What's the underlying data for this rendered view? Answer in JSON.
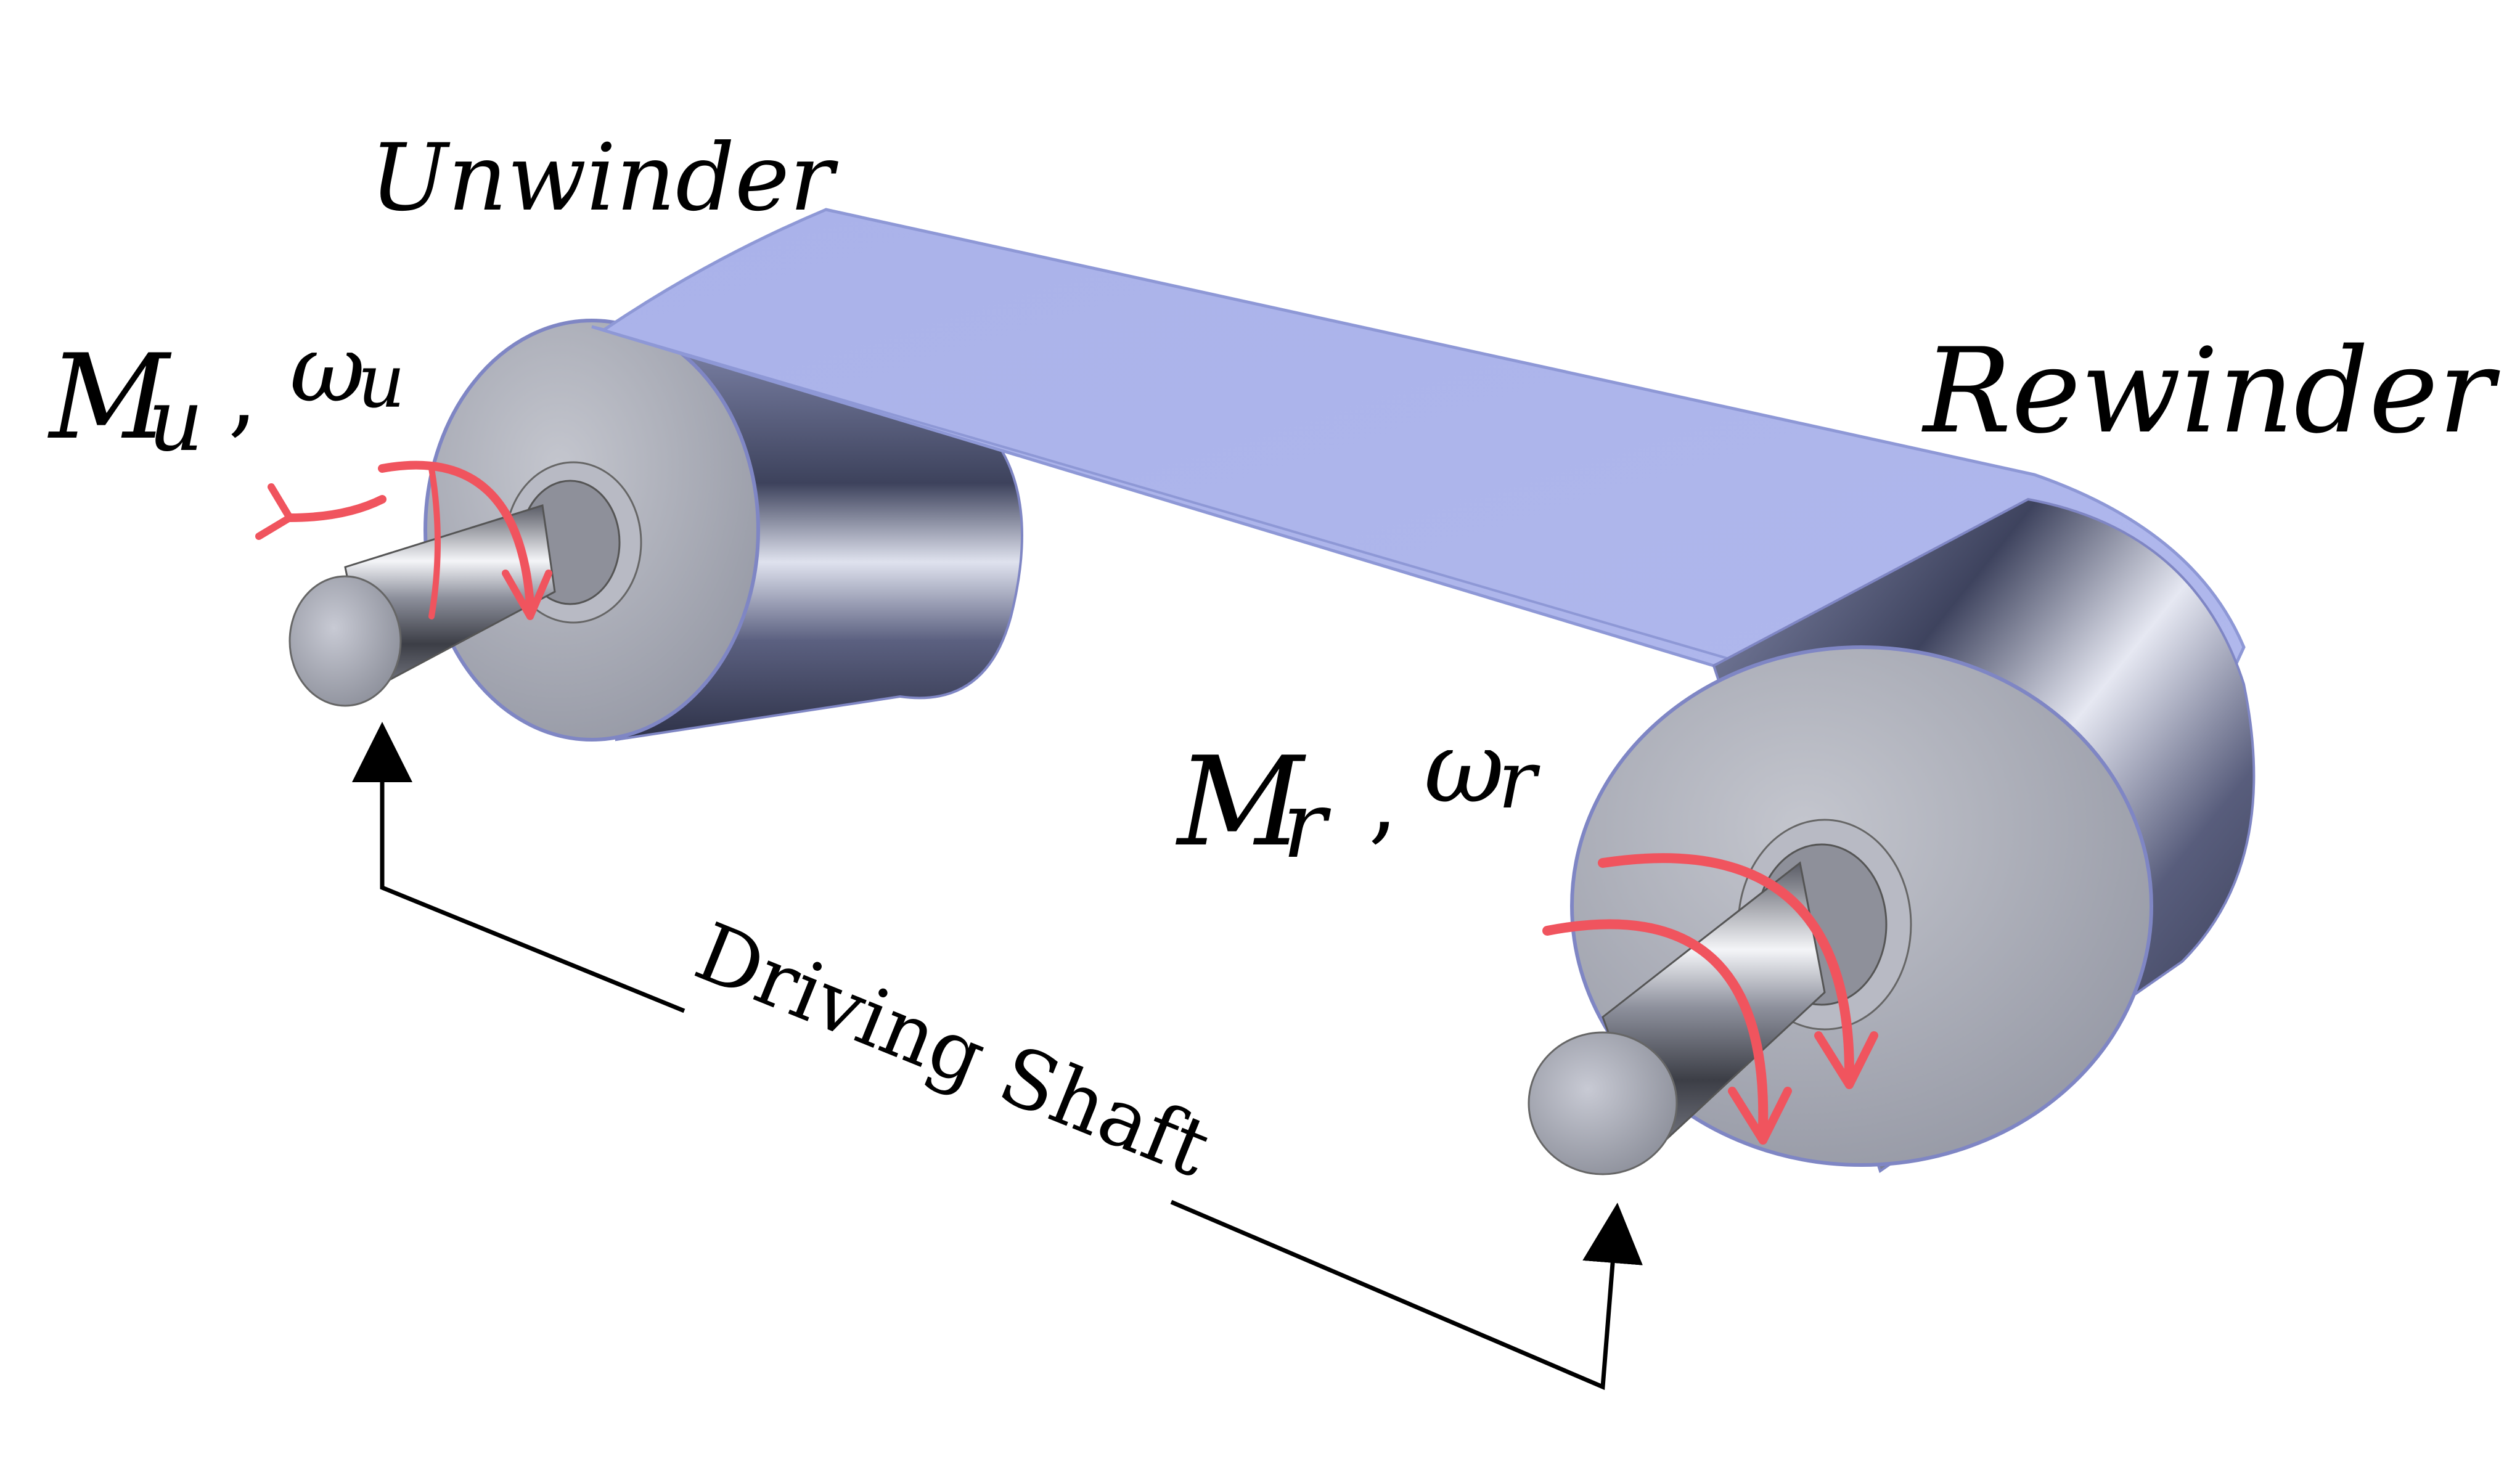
{
  "labels": {
    "unwinder": "Unwinder",
    "rewinder": "Rewinder",
    "driving_shaft": "Driving Shaft",
    "unwinder_torque_symbol": "M",
    "unwinder_torque_sub": "u",
    "unwinder_speed_symbol": "ω",
    "unwinder_speed_sub": "u",
    "rewinder_torque_symbol": "M",
    "rewinder_torque_sub": "r",
    "rewinder_speed_symbol": "ω",
    "rewinder_speed_sub": "r",
    "separator": ","
  },
  "colors": {
    "web": "#aeb6ea",
    "web_edge": "#8e98d6",
    "roll_dark": "#4a5070",
    "roll_light": "#e8eaf2",
    "roll_face": "#a9abb5",
    "rotation_arrow": "#f0545e",
    "pointer_line": "#000000"
  }
}
